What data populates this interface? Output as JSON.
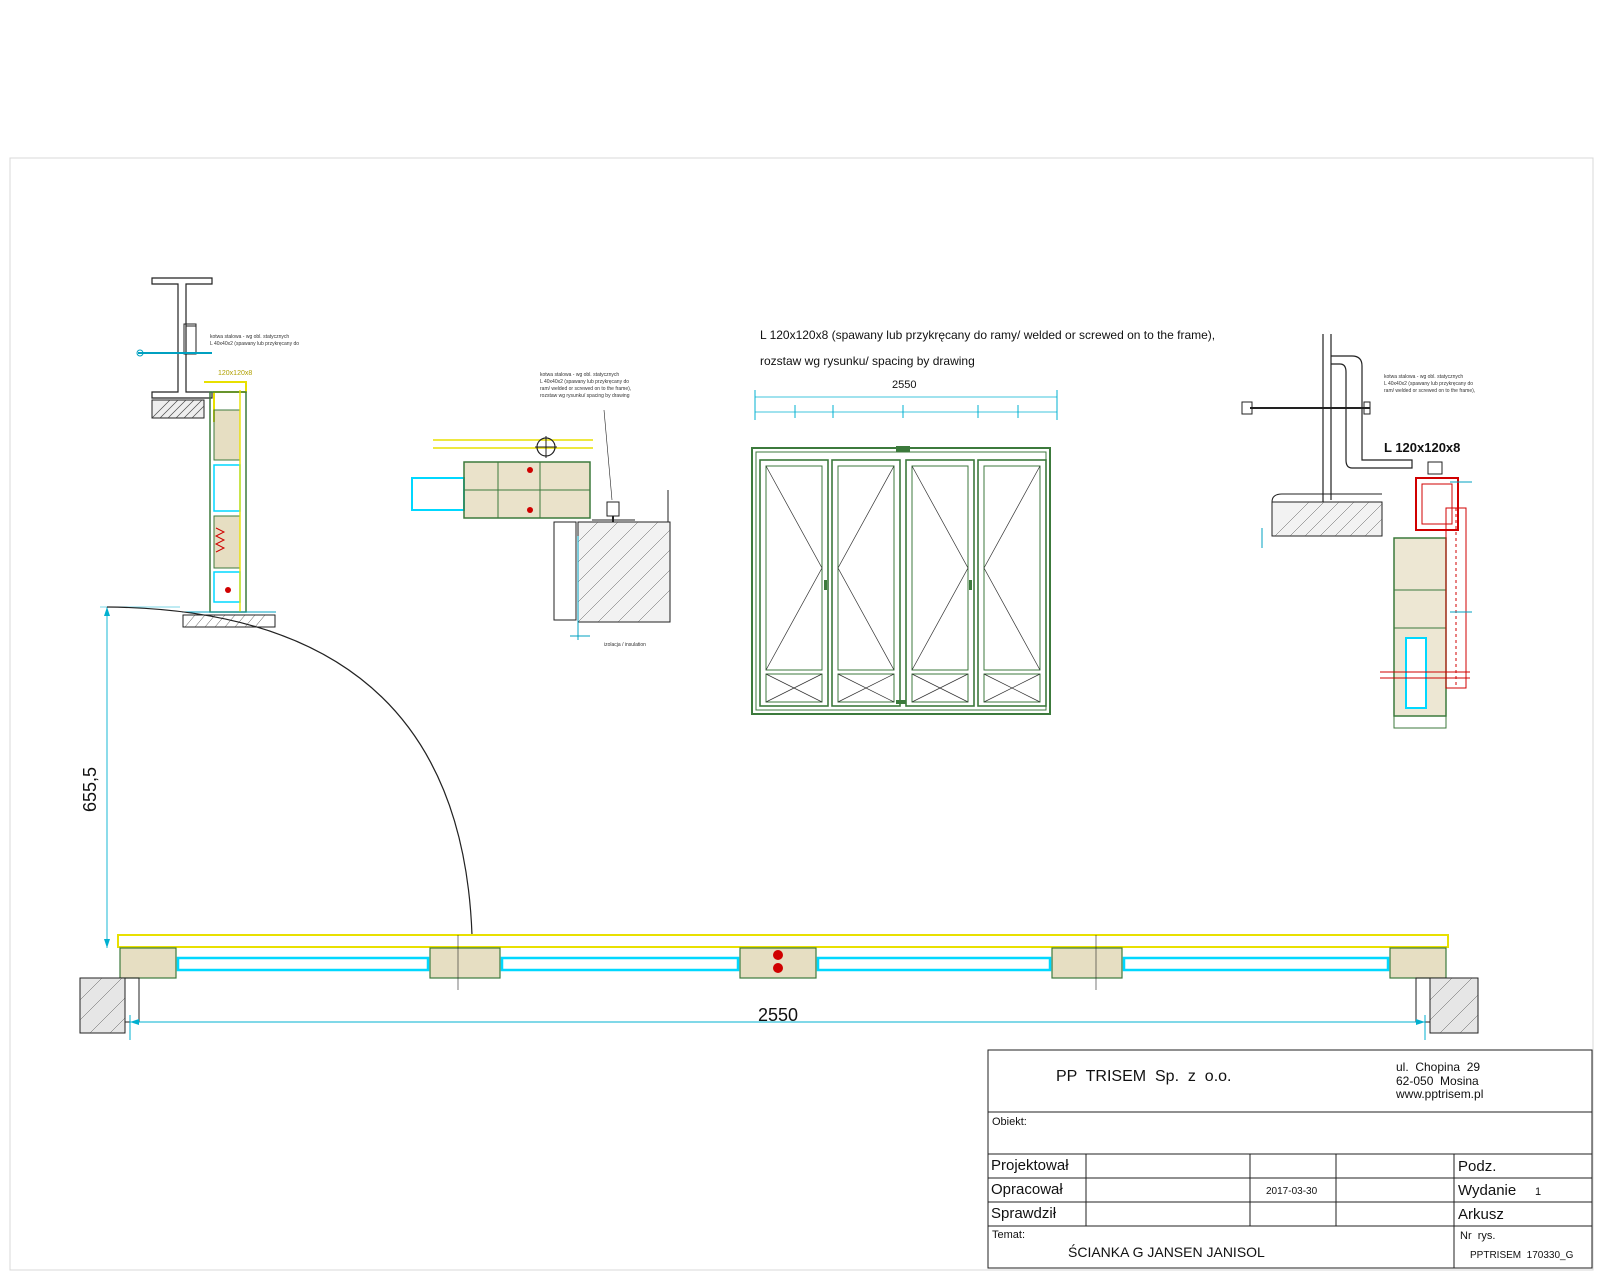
{
  "drawing": {
    "annotation_top": "L 120x120x8 (spawany lub przykręcany do ramy/ welded or screwed on to the frame),",
    "annotation_top2": "rozstaw wg rysunku/ spacing by drawing",
    "dim_width": "2550",
    "dim_width_plan": "2550",
    "dim_swing": "655,5",
    "label_angle": "L 120x120x8",
    "label_angle_small": "120x120x8",
    "detail_note_lines": [
      "kotwa stalowa - wg obl. statycznych",
      "L 40x40x2 (spawany lub przykręcany do",
      "ram/ welded or screwed on to the frame),",
      "rozstaw wg rysunku/ spacing by drawing"
    ],
    "wall_note": "izolacja / insulation",
    "colors": {
      "profile_green": "#3c7a3c",
      "glass_cyan": "#00d8ff",
      "frame_yellow": "#e8e000",
      "dimension_cyan": "#00b0d0",
      "seal_red": "#d00000"
    }
  },
  "title_block": {
    "company": "PP  TRISEM  Sp.  z  o.o.",
    "address_line1": "ul.  Chopina  29",
    "address_line2": "62-050  Mosina",
    "website": "www.pptrisem.pl",
    "label_object": "Obiekt:",
    "label_designed": "Projektował",
    "label_prepared": "Opracował",
    "label_checked": "Sprawdził",
    "label_scale": "Podz.",
    "label_edition": "Wydanie",
    "edition_value": "1",
    "label_sheet": "Arkusz",
    "date": "2017-03-30",
    "label_subject": "Temat:",
    "subject": "ŚCIANKA G JANSEN JANISOL",
    "label_drawing_no": "Nr  rys.",
    "drawing_no": "PPTRISEM  170330_G"
  }
}
